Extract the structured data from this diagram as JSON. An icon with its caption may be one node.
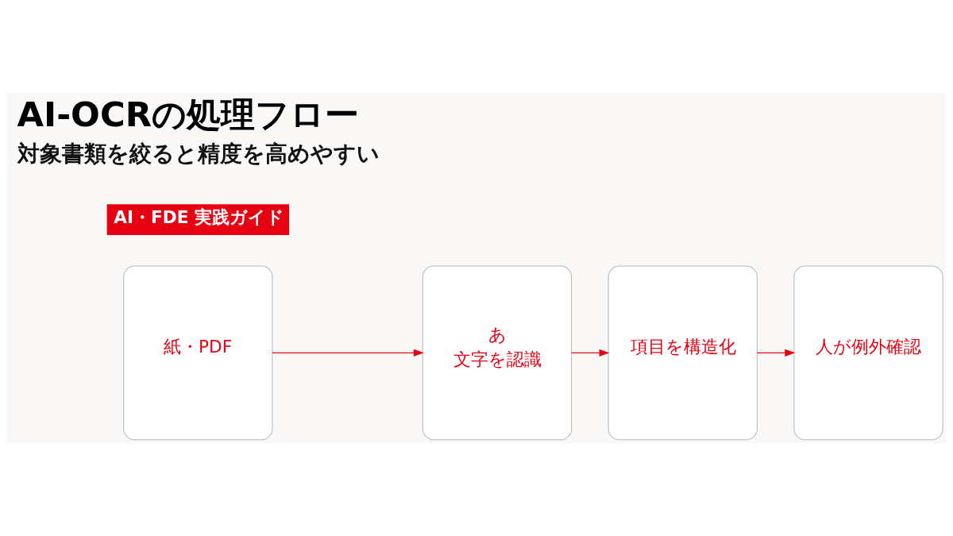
{
  "diagram": {
    "title": "AI-OCRの処理フロー",
    "caption": "対象書類を絞ると精度を高めやすい",
    "nodes": [
      {
        "text": [
          "紙・PDF"
        ]
      },
      {
        "text": [
          "あ",
          "文字を認識"
        ]
      },
      {
        "text": [
          "項目を構造化"
        ]
      },
      {
        "text": [
          "人が例外確認"
        ]
      }
    ],
    "edges": [
      {
        "from": 0,
        "to": 1,
        "arrow": "to"
      },
      {
        "from": 1,
        "to": 2,
        "arrow": "to"
      },
      {
        "from": 2,
        "to": 3,
        "arrow": "to"
      }
    ],
    "labels": [
      "AI・FDE 実践ガイド"
    ]
  }
}
